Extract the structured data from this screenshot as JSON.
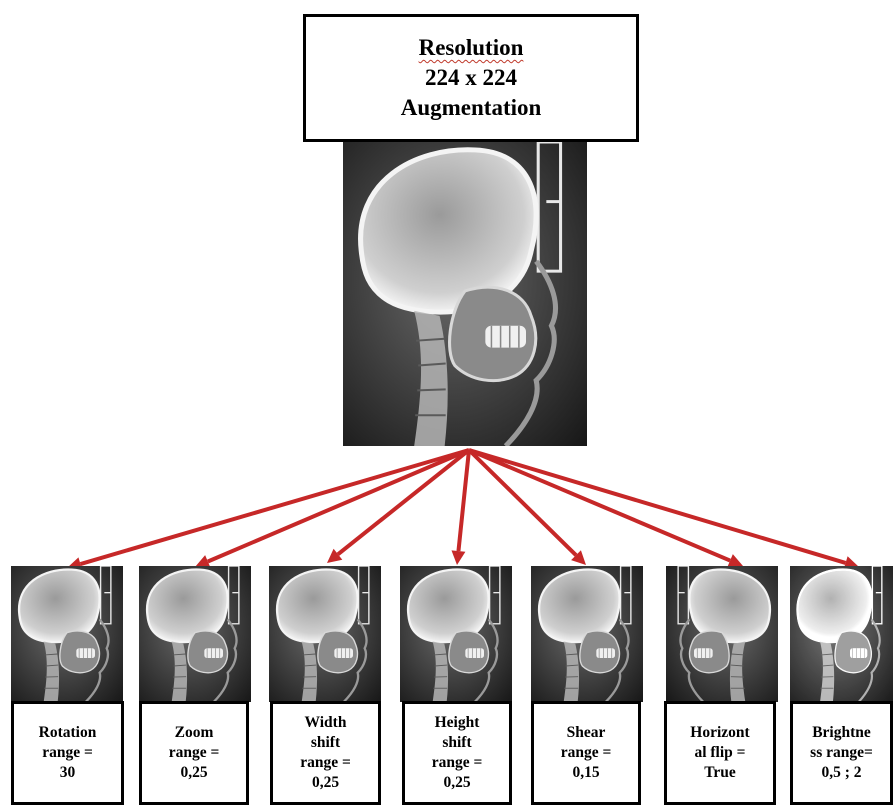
{
  "header": {
    "line1": "Resolution",
    "line2": "224 x 224",
    "line3": "Augmentation"
  },
  "main_image": {
    "icon": "cephalometric-xray-image"
  },
  "arrow_color": "#c62828",
  "augmentations": [
    {
      "id": "rotation",
      "label": "Rotation\nrange =\n30"
    },
    {
      "id": "zoom",
      "label": "Zoom\nrange =\n0,25"
    },
    {
      "id": "width-shift",
      "label": "Width\nshift\nrange =\n0,25"
    },
    {
      "id": "height-shift",
      "label": "Height\nshift\nrange =\n0,25"
    },
    {
      "id": "shear",
      "label": "Shear\nrange =\n0,15"
    },
    {
      "id": "horizontal-flip",
      "label": "Horizont\nal flip =\nTrue"
    },
    {
      "id": "brightness",
      "label": "Brightne\nss range=\n0,5 ; 2"
    }
  ]
}
